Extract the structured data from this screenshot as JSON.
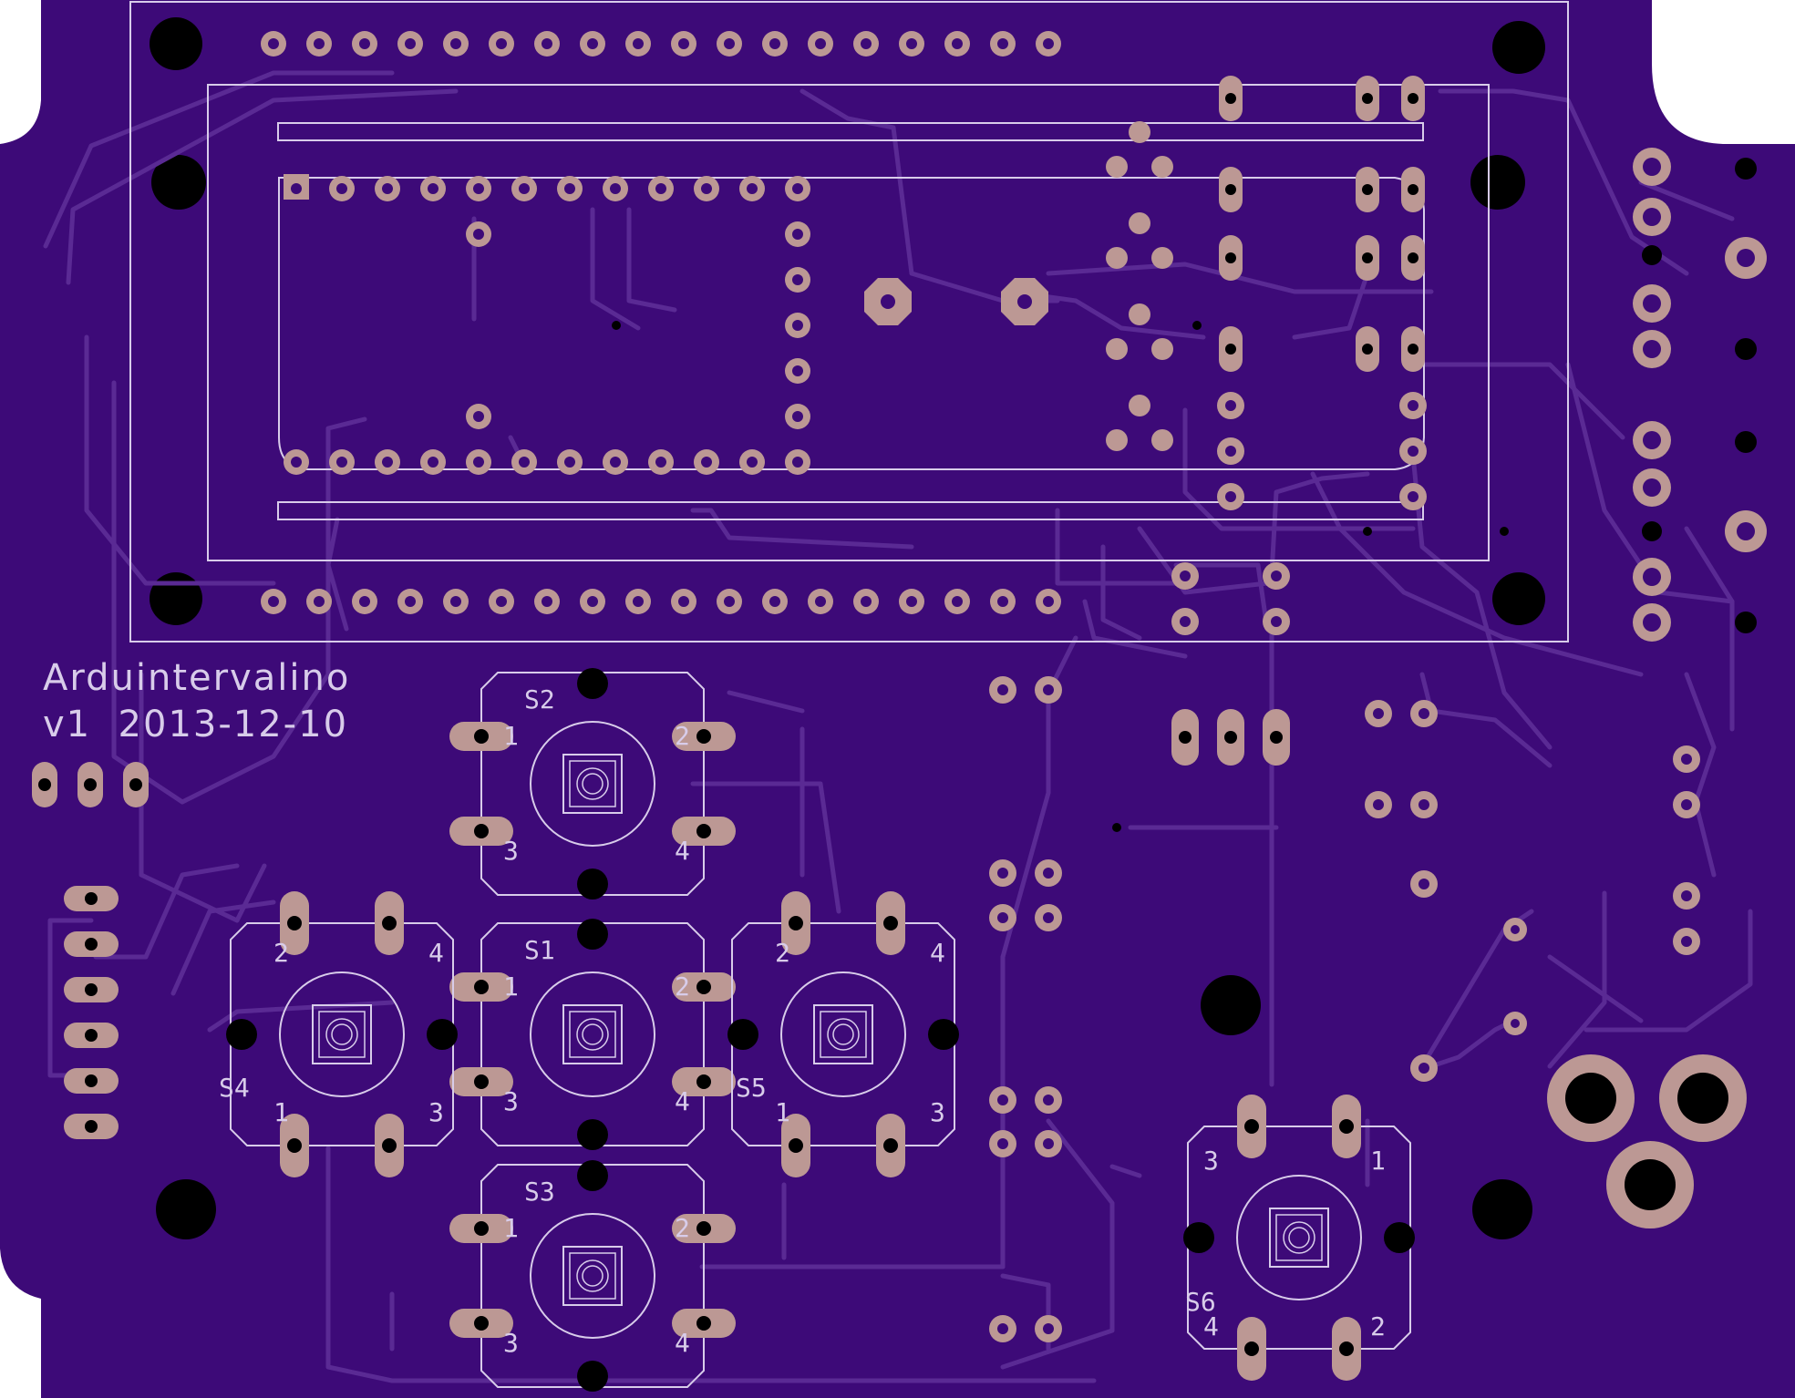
{
  "board": {
    "title": "Arduintervalino",
    "version_line": "v1  2013-12-10",
    "colors": {
      "background": "#ffffff",
      "substrate": "#3d0a78",
      "trace": "#5a2a94",
      "silkscreen": "#d8ccea",
      "pad": "#bc9894",
      "hole": "#000000"
    }
  },
  "switches": [
    {
      "ref": "S1",
      "pins": [
        "1",
        "2",
        "3",
        "4"
      ]
    },
    {
      "ref": "S2",
      "pins": [
        "1",
        "2",
        "3",
        "4"
      ]
    },
    {
      "ref": "S3",
      "pins": [
        "1",
        "2",
        "3",
        "4"
      ]
    },
    {
      "ref": "S4",
      "pins": [
        "2",
        "4",
        "1",
        "3"
      ]
    },
    {
      "ref": "S5",
      "pins": [
        "2",
        "4",
        "1",
        "3"
      ]
    },
    {
      "ref": "S6",
      "pins": [
        "3",
        "1",
        "4",
        "2"
      ]
    }
  ]
}
